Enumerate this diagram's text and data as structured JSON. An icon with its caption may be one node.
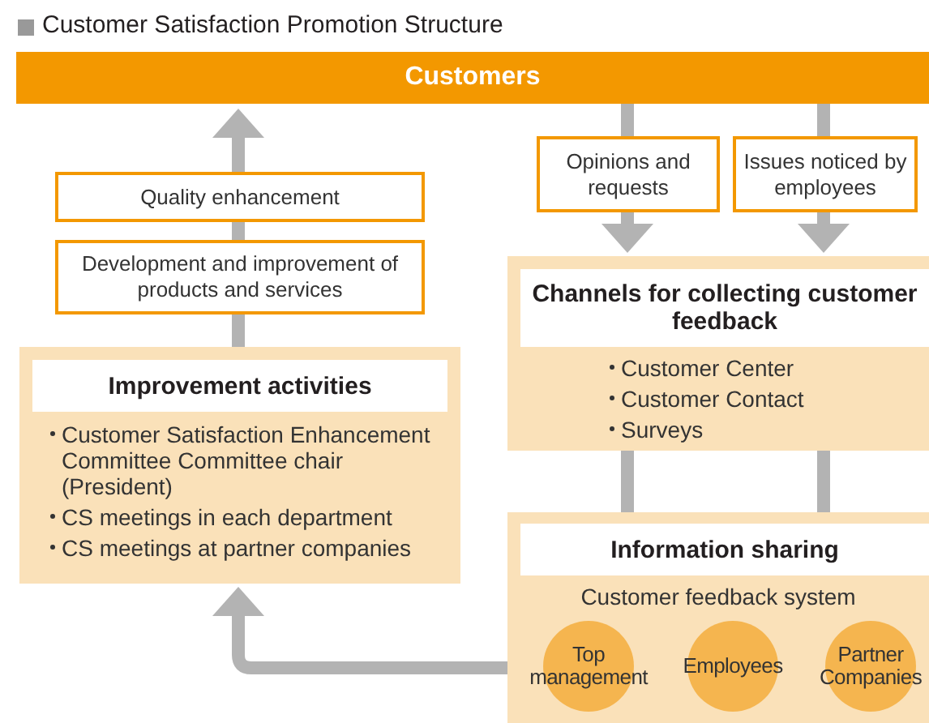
{
  "diagram": {
    "title": "Customer Satisfaction Promotion Structure",
    "nodes": [
      {
        "text": [
          "Customers"
        ]
      },
      {
        "text": [
          "Quality enhancement"
        ]
      },
      {
        "text": [
          "Development and improvement of products and services"
        ]
      },
      {
        "text": [
          "Improvement activities",
          "Customer Satisfaction Enhancement Committee Committee chair (President)",
          "CS meetings in each department",
          "CS meetings at partner companies"
        ]
      },
      {
        "text": [
          "Opinions and requests"
        ]
      },
      {
        "text": [
          "Issues noticed by employees"
        ]
      },
      {
        "text": [
          "Channels for collecting customer feedback",
          "Customer Center",
          "Customer Contact",
          "Surveys"
        ]
      },
      {
        "text": [
          "Information sharing",
          "Customer feedback system"
        ]
      },
      {
        "text": [
          "Top management"
        ],
        "in": 7
      },
      {
        "text": [
          "Employees"
        ],
        "in": 7
      },
      {
        "text": [
          "Partner Companies"
        ],
        "in": 7
      }
    ],
    "edges": [
      {
        "from": 3,
        "to": 2,
        "arrow": "none"
      },
      {
        "from": 2,
        "to": 1,
        "arrow": "none"
      },
      {
        "from": 1,
        "to": 0,
        "arrow": "to"
      },
      {
        "from": 0,
        "to": 4,
        "arrow": "none"
      },
      {
        "from": 4,
        "to": 6,
        "arrow": "to"
      },
      {
        "from": 0,
        "to": 5,
        "arrow": "none"
      },
      {
        "from": 5,
        "to": 6,
        "arrow": "to"
      },
      {
        "from": 6,
        "to": 7,
        "arrow": "none"
      },
      {
        "from": 6,
        "to": 7,
        "arrow": "none"
      },
      {
        "from": 7,
        "to": 3,
        "arrow": "to"
      }
    ]
  }
}
